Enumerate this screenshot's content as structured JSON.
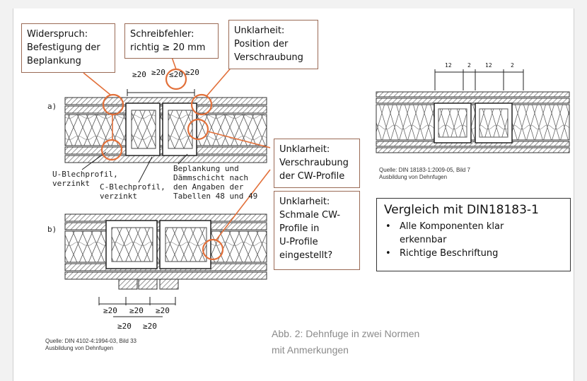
{
  "callouts": {
    "widerspruch": [
      "Widerspruch:",
      "Befestigung der",
      "Beplankung"
    ],
    "schreibfehler": [
      "Schreibfehler:",
      "richtig ≥ 20 mm"
    ],
    "position": [
      "Unklarheit:",
      "Position der",
      "Verschraubung"
    ],
    "verschraubung": [
      "Unklarheit:",
      "Verschraubung",
      "der CW-Profile"
    ],
    "schmale": [
      "Unklarheit:",
      "Schmale CW-",
      "Profile in",
      "U-Profile",
      "eingestellt?"
    ]
  },
  "left_drawing": {
    "row_a": "a)",
    "row_b": "b)",
    "top_dims": [
      "≥20",
      "≥20",
      "≤20",
      "≥20"
    ],
    "bottom_dims_1": [
      "≥20",
      "≥20",
      "≥20"
    ],
    "bottom_dims_2": [
      "≥20",
      "≥20"
    ],
    "label_u_profil": [
      "U-Blechprofil,",
      "verzinkt"
    ],
    "label_c_profil": [
      "C-Blechprofil,",
      "verzinkt"
    ],
    "label_beplankung": [
      "Beplankung und",
      "Dämmschicht nach",
      "den Angaben der",
      "Tabellen 48 und 49"
    ],
    "source": [
      "Quelle: DIN 4102-4:1994-03, Bild 33",
      "Ausbildung von Dehnfugen"
    ]
  },
  "right_drawing": {
    "dims": [
      "12",
      "2",
      "12",
      "2"
    ],
    "source": [
      "Quelle: DIN 18183-1:2009-05, Bild 7",
      "Ausbildung von Dehnfugen"
    ]
  },
  "comparison": {
    "title": "Vergleich mit DIN18183-1",
    "bullet": "•",
    "item1": [
      "Alle Komponenten klar",
      "erkennbar"
    ],
    "item2": [
      "Richtige Beschriftung"
    ]
  },
  "caption": [
    "Abb. 2: Dehnfuge in zwei Normen",
    "mit Anmerkungen"
  ],
  "colors": {
    "highlight": "#e2703a",
    "callout_border": "#9a6a55",
    "background": "#f2f2f2"
  }
}
